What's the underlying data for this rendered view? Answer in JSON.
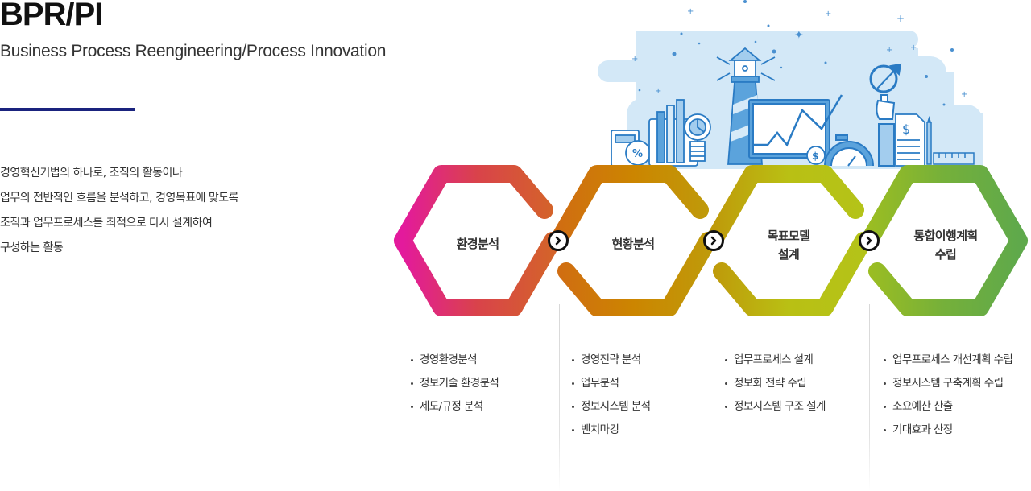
{
  "header": {
    "title": "BPR/PI",
    "subtitle": "Business Process Reengineering/Process Innovation"
  },
  "description": {
    "lines": [
      "경영혁신기법의 하나로, 조직의 활동이나",
      "업무의 전반적인 흐름을 분석하고, 경영목표에 맞도록",
      "조직과 업무프로세스를 최적으로 다시 설계하여",
      "구성하는 활동"
    ]
  },
  "illustration": {
    "icons": [
      "calculator-icon",
      "percent-icon",
      "bar-chart-icon",
      "lightbulb-pie-icon",
      "lighthouse-icon",
      "monitor-line-chart-icon",
      "dollar-coin-icon",
      "stopwatch-icon",
      "magnifier-hand-icon",
      "dollar-document-icon",
      "pencil-icon",
      "ruler-icon"
    ],
    "colors": {
      "sky": "#d3e8f7",
      "line": "#2a7bc4",
      "fill": "#a3cdee"
    }
  },
  "steps": [
    {
      "label_lines": [
        "환경분석"
      ],
      "gradient": [
        "#e31a9c",
        "#d9434a",
        "#d4632a"
      ],
      "items": [
        "경영환경분석",
        "정보기술 환경분석",
        "제도/규정 분석"
      ]
    },
    {
      "label_lines": [
        "현황분석"
      ],
      "gradient": [
        "#d06d12",
        "#cc8500",
        "#bf9a0a"
      ],
      "items": [
        "경영전략 분석",
        "업무분석",
        "정보시스템 분석",
        "벤치마킹"
      ]
    },
    {
      "label_lines": [
        "목표모델",
        "설계"
      ],
      "gradient": [
        "#bf9a0a",
        "#b9c014",
        "#b4c318"
      ],
      "items": [
        "업무프로세스 설계",
        "정보화 전략 수립",
        "정보시스템 구조 설계"
      ]
    },
    {
      "label_lines": [
        "통합이행계획",
        "수립"
      ],
      "gradient": [
        "#9bbd22",
        "#75b03a",
        "#5fa94b"
      ],
      "items": [
        "업무프로세스 개선계획 수립",
        "정보시스템 구축계획 수립",
        "소요예산 산출",
        "기대효과 산정"
      ]
    }
  ],
  "connectors": [
    {
      "icon": "chevron-right-icon"
    },
    {
      "icon": "chevron-right-icon"
    },
    {
      "icon": "chevron-right-icon"
    }
  ]
}
